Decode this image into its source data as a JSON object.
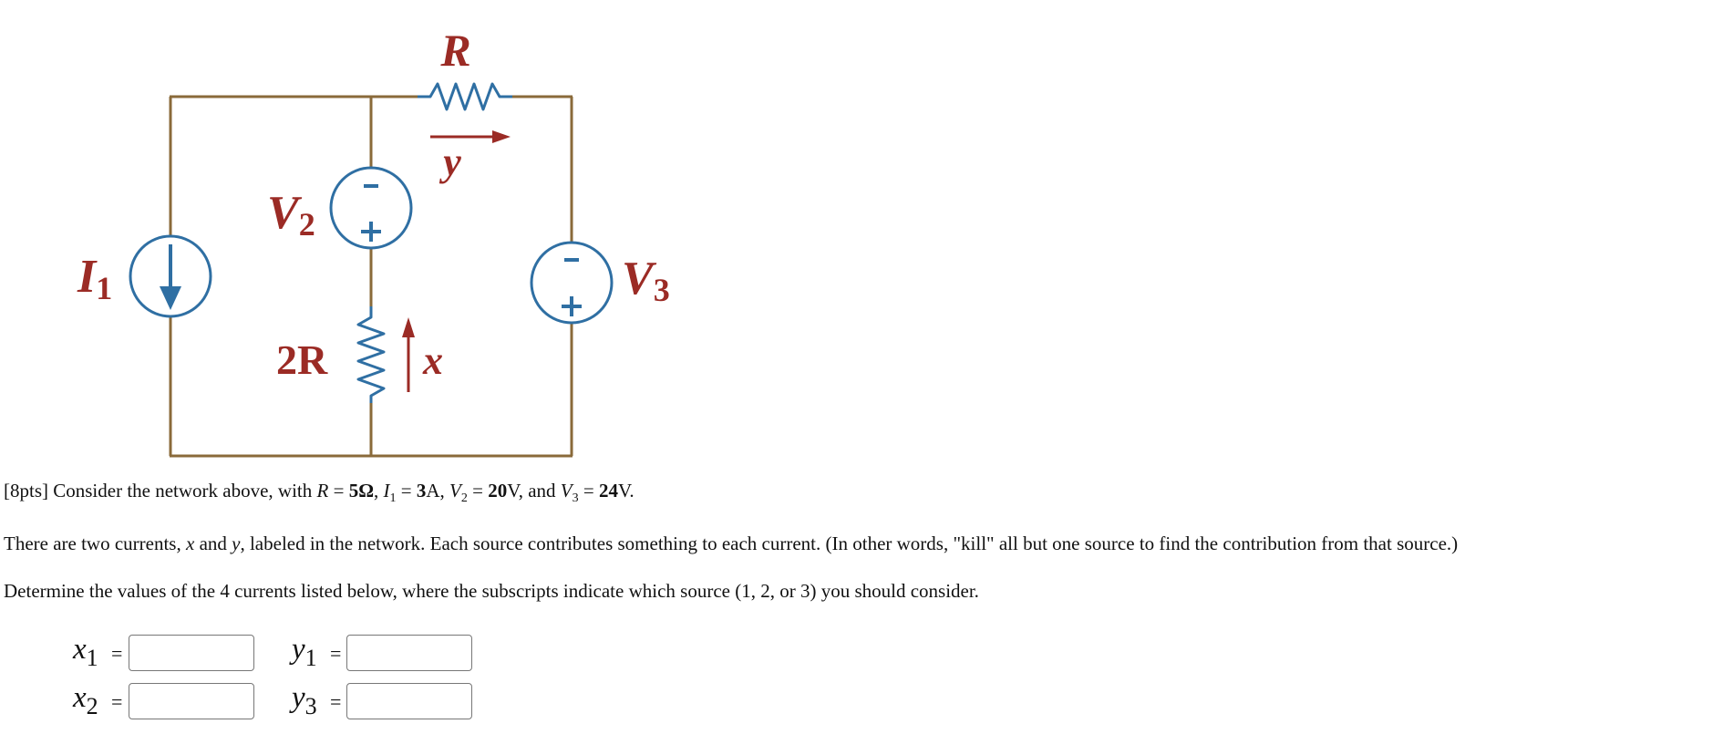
{
  "circuit": {
    "labels": {
      "R": "R",
      "y": "y",
      "V2_main": "V",
      "V2_sub": "2",
      "I1_main": "I",
      "I1_sub": "1",
      "V3_main": "V",
      "V3_sub": "3",
      "twoR": "2R",
      "x": "x"
    },
    "colors": {
      "wire": "#8a6a3a",
      "component": "#2f6fa3",
      "label": "#9b2b25"
    }
  },
  "problem": {
    "p1": {
      "prefix": "[8pts] Consider the network above, with ",
      "R_var": "R",
      "eq": " = ",
      "R_val": "5Ω",
      "sep1": ", ",
      "I_var": "I",
      "I_sub": "1",
      "I_val": "3",
      "I_unit": "A",
      "sep2": ", ",
      "V2_var": "V",
      "V2_sub": "2",
      "V2_val": "20",
      "V2_unit": "V",
      "sep3": ", and ",
      "V3_var": "V",
      "V3_sub": "3",
      "V3_val": "24",
      "V3_unit": "V."
    },
    "p2": {
      "a": "There are two currents, ",
      "x": "x",
      "b": " and ",
      "y": "y",
      "c": ", labeled in the network. Each source contributes something to each current. (In other words, \"kill\" all but one source to find the contribution from that source.)"
    },
    "p3": "Determine the values of the 4 currents listed below, where the subscripts indicate which source (1, 2, or 3) you should consider."
  },
  "answers": [
    {
      "var": "x",
      "sub": "1",
      "eq": "=",
      "value": ""
    },
    {
      "var": "y",
      "sub": "1",
      "eq": "=",
      "value": ""
    },
    {
      "var": "x",
      "sub": "2",
      "eq": "=",
      "value": ""
    },
    {
      "var": "y",
      "sub": "3",
      "eq": "=",
      "value": ""
    }
  ]
}
